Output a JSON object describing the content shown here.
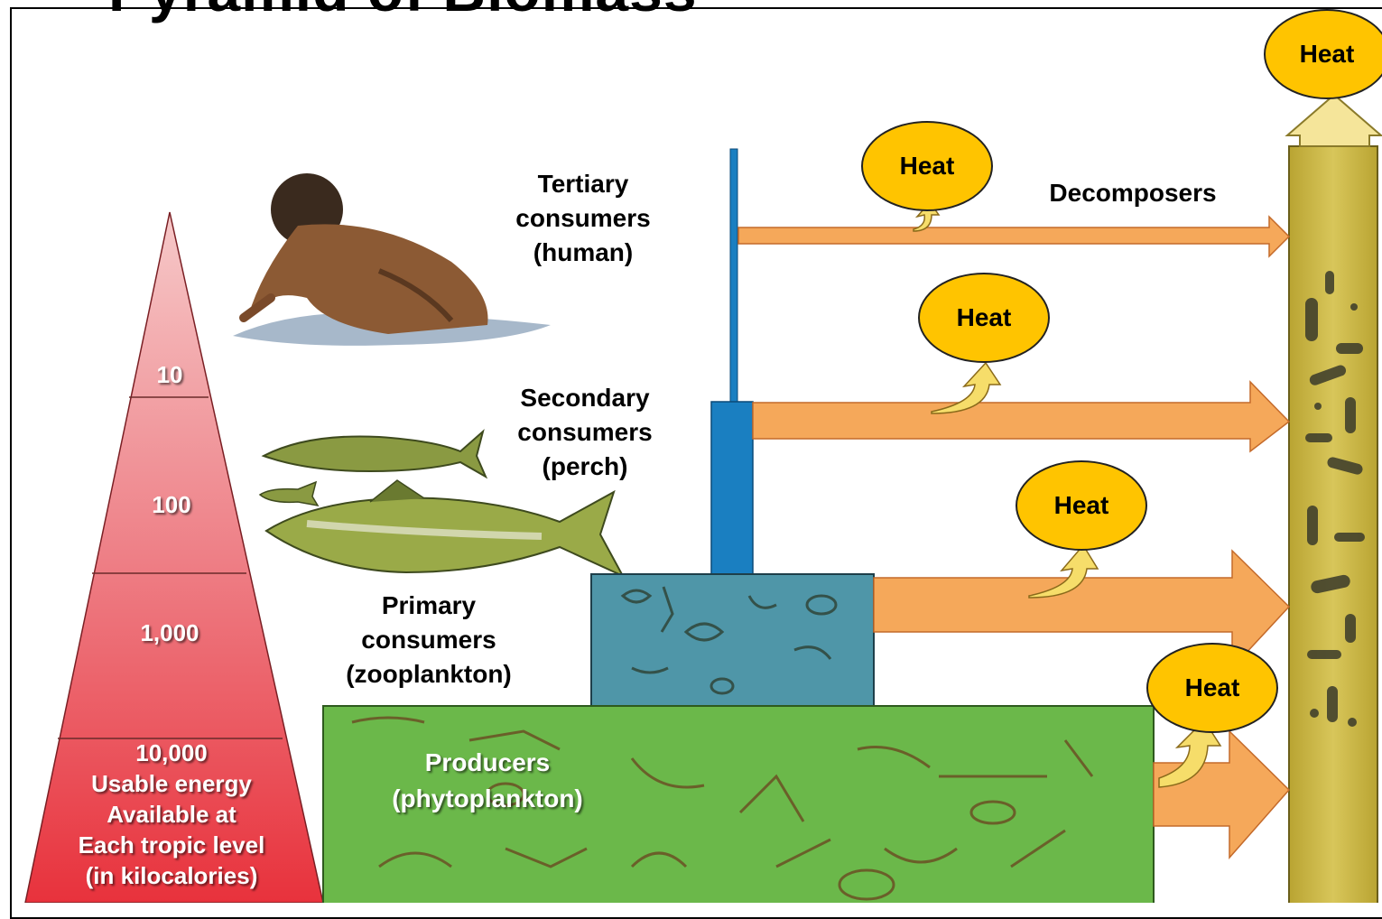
{
  "title": "Pyramid of Biomass",
  "pyramid": {
    "levels": [
      "10",
      "100",
      "1,000"
    ],
    "base_lines": [
      "10,000",
      "Usable energy",
      "Available at",
      "Each tropic level",
      "(in kilocalories)"
    ]
  },
  "trophic_labels": {
    "tertiary": [
      "Tertiary",
      "consumers",
      "(human)"
    ],
    "secondary": [
      "Secondary",
      "consumers",
      "(perch)"
    ],
    "primary": [
      "Primary",
      "consumers",
      "(zooplankton)"
    ],
    "producers": [
      "Producers",
      "(phytoplankton)"
    ]
  },
  "decomposers_label": "Decomposers",
  "heat_label": "Heat",
  "colors": {
    "pyramid_top": "#f6c9c9",
    "pyramid_base": "#e8323c",
    "arrow": "#f5a85a",
    "decomposer_column": "#cdbb4a",
    "heat": "#ffc400",
    "producers": "#6bb84a",
    "zooplankton": "#4f96a8",
    "consumer_bar": "#1a7fc1"
  }
}
